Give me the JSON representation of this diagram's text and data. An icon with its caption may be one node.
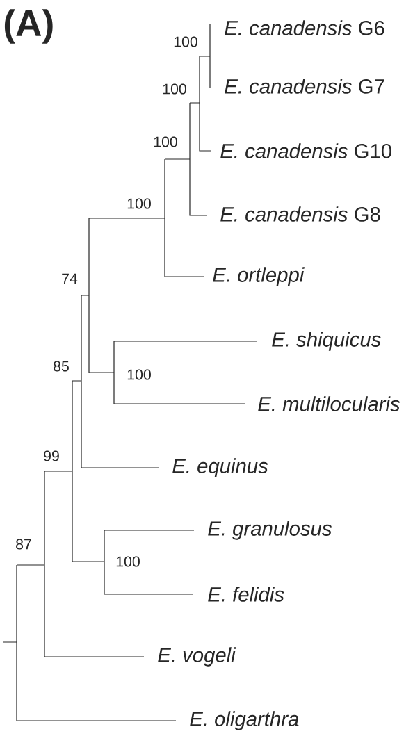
{
  "diagram": {
    "labels": [
      "(A)",
      "*E. canadensis* G6",
      "100",
      "*E. canadensis* G7",
      "100",
      "*E. canadensis* G10",
      "100",
      "*E. canadensis* G8",
      "100",
      "E. ortleppi",
      "74",
      "E. shiquicus",
      "85",
      "100",
      "E. multilocularis",
      "99",
      "E. equinus",
      "E. granulosus",
      "87",
      "100",
      "E. felidis",
      "E. vogeli",
      "E. oligarthra"
    ]
  }
}
